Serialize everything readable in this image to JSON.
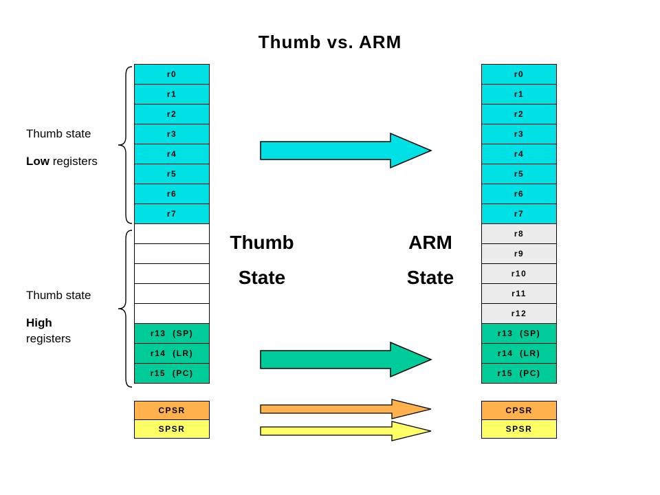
{
  "title": "Thumb vs. ARM",
  "labels": {
    "low_block": {
      "line1": "Thumb  state",
      "bold": "Low",
      "rest": " registers"
    },
    "high_block": {
      "line1": "Thumb  state",
      "bold": "High",
      "rest": "registers"
    }
  },
  "center": {
    "thumb_title": "Thumb",
    "thumb_sub": "State",
    "arm_title": "ARM",
    "arm_sub": "State"
  },
  "thumb_column": {
    "low": [
      "r0",
      "r1",
      "r2",
      "r3",
      "r4",
      "r5",
      "r6",
      "r7"
    ],
    "high": [
      "r13  (SP)",
      "r14  (LR)",
      "r15  (PC)"
    ],
    "status": [
      "CPSR",
      "SPSR"
    ]
  },
  "arm_column": {
    "low": [
      "r0",
      "r1",
      "r2",
      "r3",
      "r4",
      "r5",
      "r6",
      "r7"
    ],
    "mid": [
      "r8",
      "r9",
      "r10",
      "r11",
      "r12"
    ],
    "high": [
      "r13  (SP)",
      "r14  (LR)",
      "r15  (PC)"
    ],
    "status": [
      "CPSR",
      "SPSR"
    ]
  },
  "colors": {
    "cyan": "#00E1E6",
    "green": "#00CC99",
    "gray": "#ECECEC",
    "orange": "#FFB14E",
    "yellow": "#FFFF66"
  }
}
